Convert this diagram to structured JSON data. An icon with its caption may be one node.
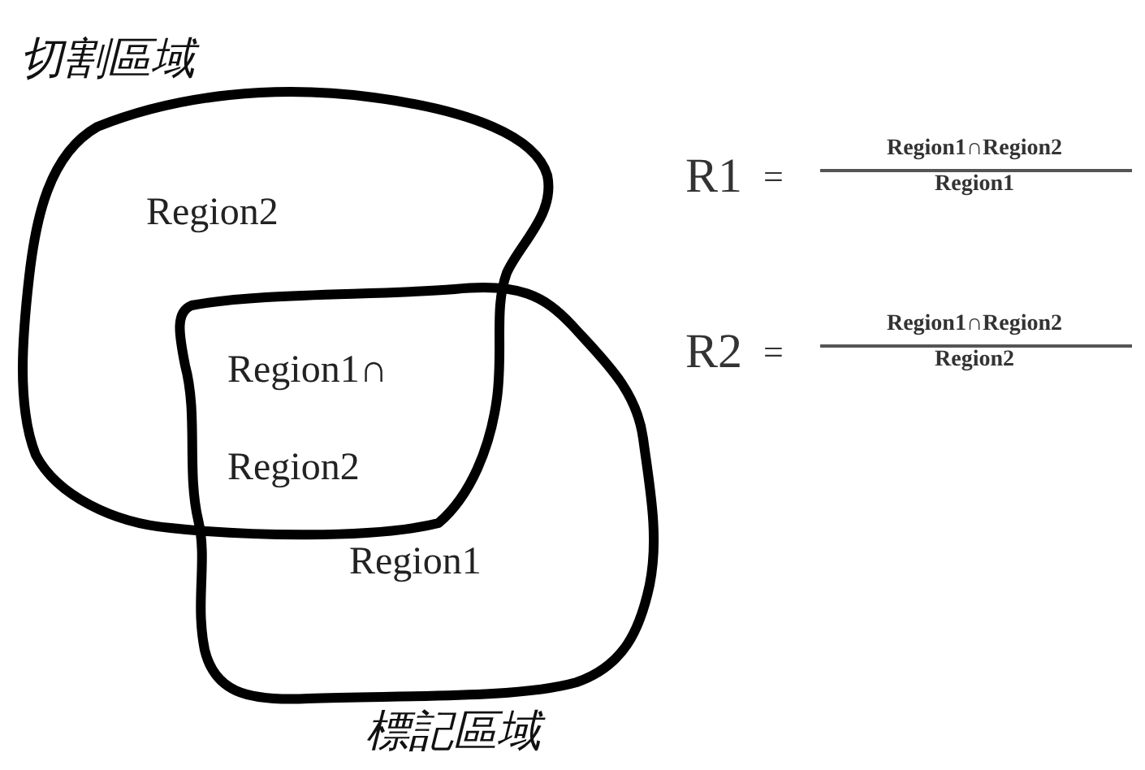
{
  "diagram": {
    "nodes": [
      {
        "text": [
          "切割區域",
          "Region2"
        ]
      },
      {
        "text": [
          "Region1",
          "標記區域"
        ]
      }
    ],
    "labels": [
      "Region1∩ Region2",
      "R1",
      "=",
      "Region1∩Region2",
      "Region1",
      "R2",
      "=",
      "Region1∩Region2",
      "Region2"
    ]
  }
}
